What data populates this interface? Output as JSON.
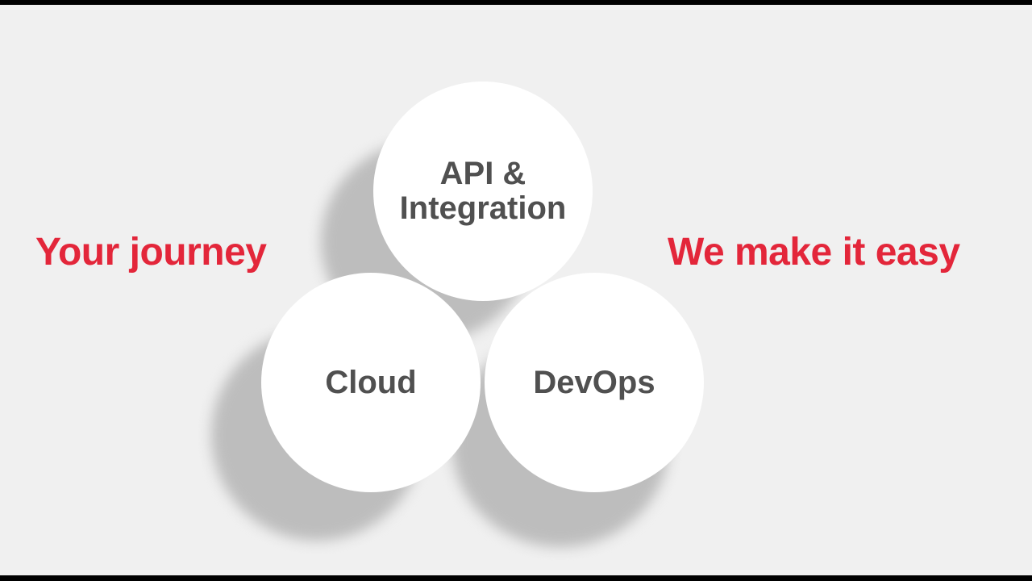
{
  "colors": {
    "accent": "#e3263a",
    "circle_text": "#505050",
    "background": "#f0f0f0"
  },
  "left_tagline": "Your journey",
  "right_tagline": "We make it easy",
  "circles": {
    "top": {
      "line1": "API &",
      "line2": "Integration"
    },
    "left": {
      "label": "Cloud"
    },
    "right": {
      "label": "DevOps"
    }
  }
}
